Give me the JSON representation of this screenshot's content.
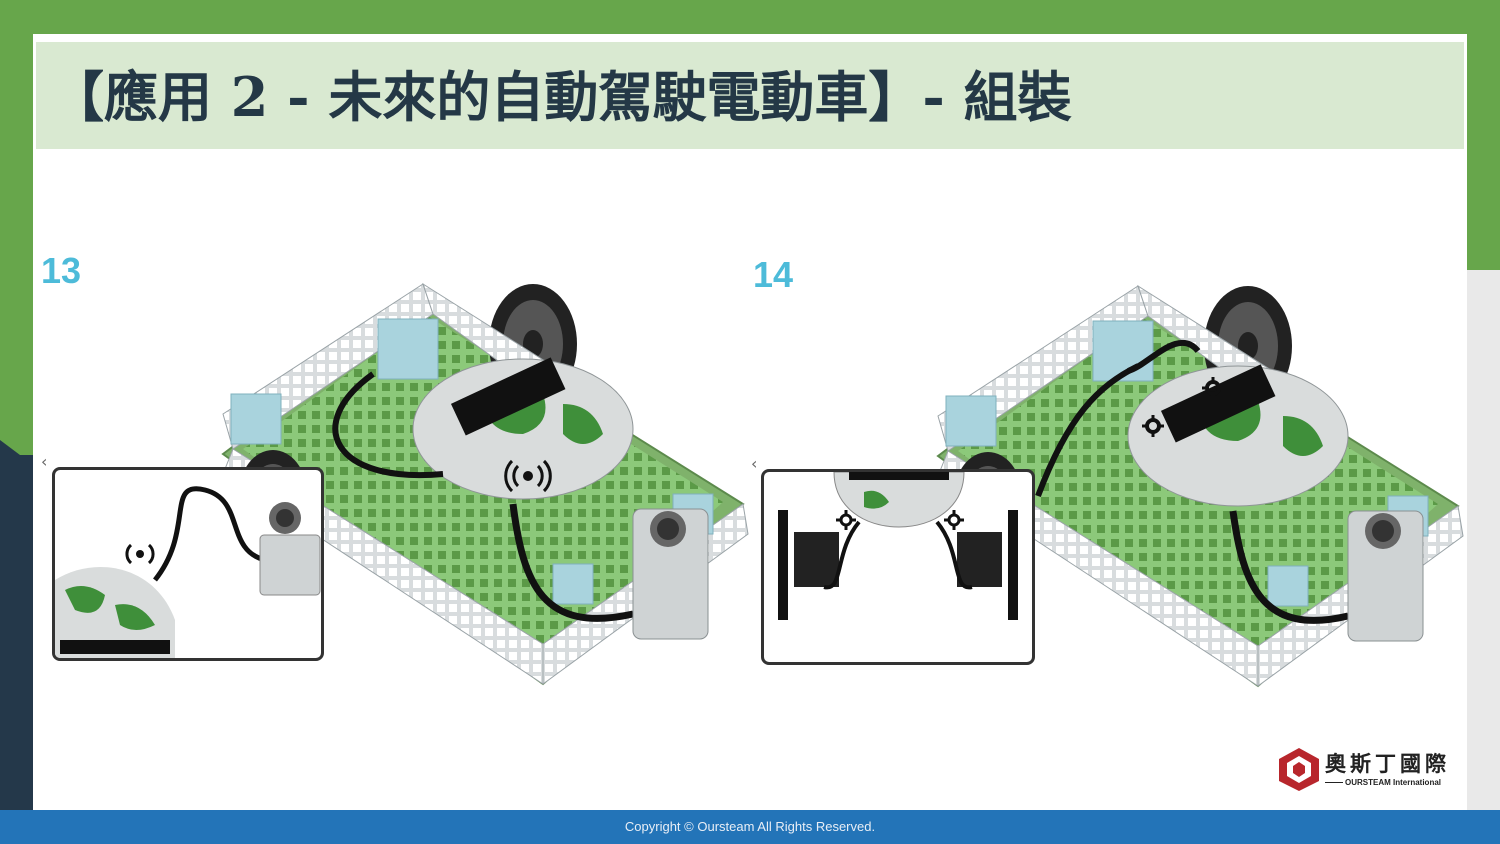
{
  "title": "【應用 2 - 未來的自動駕駛電動車】- 組裝",
  "steps": [
    {
      "number": "13",
      "icon": "broadcast-icon"
    },
    {
      "number": "14",
      "icon": "gear-icon"
    }
  ],
  "logo": {
    "name_cn": "奧斯丁國際",
    "name_en": "OURSTEAM International"
  },
  "footer": {
    "copyright": "Copyright © Oursteam All Rights Reserved."
  },
  "colors": {
    "background_green": "#67a64b",
    "title_bar": "#d9e9d1",
    "title_text": "#243846",
    "step_number": "#4dbbd9",
    "footer_blue": "#2374b8",
    "logo_red": "#b8262c"
  }
}
